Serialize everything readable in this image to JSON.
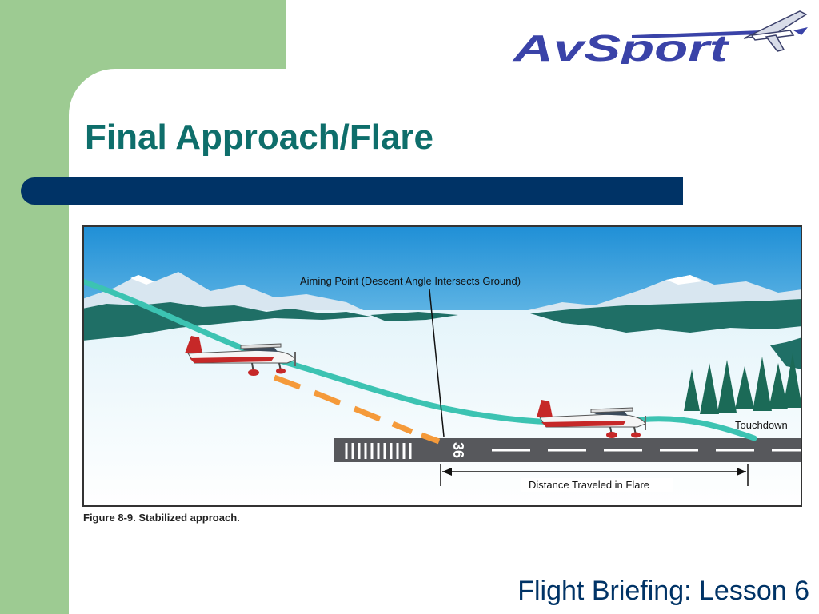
{
  "header": {
    "logo_text": "AvSport"
  },
  "slide": {
    "title": "Final Approach/Flare"
  },
  "figure": {
    "labels": {
      "aiming_point": "Aiming Point (Descent Angle Intersects Ground)",
      "touchdown": "Touchdown",
      "distance_flare": "Distance Traveled in Flare",
      "runway_number": "36"
    },
    "caption": "Figure 8-9. Stabilized approach."
  },
  "footer": {
    "text": "Flight Briefing: Lesson 6"
  },
  "colors": {
    "green": "#9dcb92",
    "title_teal": "#0e6e6b",
    "navy": "#003366",
    "path_teal": "#3cc3b2",
    "descent_orange": "#f59a3a"
  }
}
